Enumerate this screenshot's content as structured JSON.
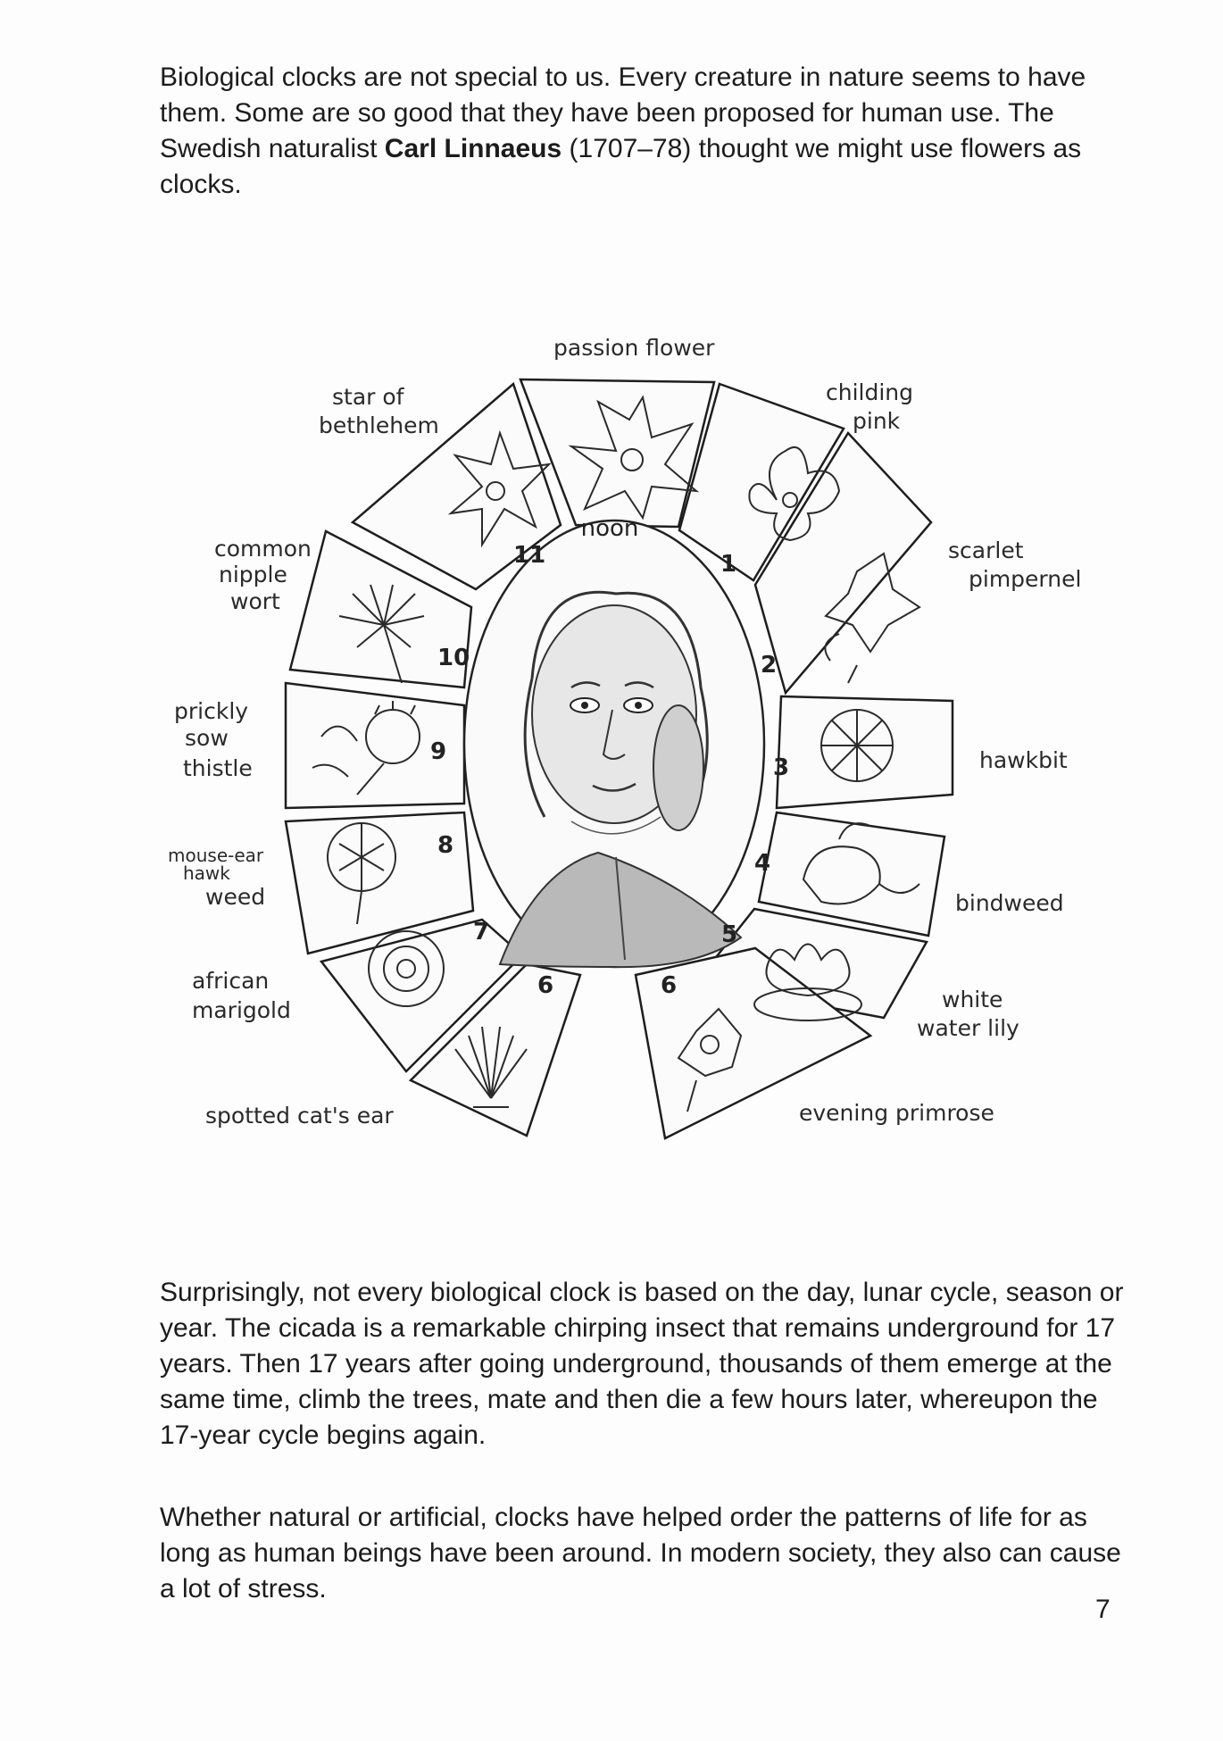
{
  "paragraph1": {
    "before": "Biological clocks are not special to us. Every creature in nature seems to have them. Some are so good that they have been proposed for human use. The Swedish naturalist ",
    "name": "Carl Linnaeus",
    "after": " (1707–78) thought we might use flowers as clocks."
  },
  "flower_clock": {
    "center_hour_label": "noon",
    "hours": {
      "h1": "1",
      "h2": "2",
      "h3": "3",
      "h4": "4",
      "h5": "5",
      "h6a": "6",
      "h6b": "6",
      "h7": "7",
      "h8": "8",
      "h9": "9",
      "h10": "10",
      "h11": "11"
    },
    "flowers": {
      "passion_flower": "passion flower",
      "childing_pink_1": "childing",
      "childing_pink_2": "pink",
      "scarlet_pimpernel_1": "scarlet",
      "scarlet_pimpernel_2": "pimpernel",
      "hawkbit": "hawkbit",
      "bindweed": "bindweed",
      "white_water_lily_1": "white",
      "white_water_lily_2": "water lily",
      "evening_primrose": "evening primrose",
      "spotted_cats_ear": "spotted cat's ear",
      "african_marigold_1": "african",
      "african_marigold_2": "marigold",
      "mouse_ear_hawkweed_1": "mouse-ear",
      "mouse_ear_hawkweed_2": "hawk",
      "mouse_ear_hawkweed_3": "weed",
      "prickly_sow_thistle_1": "prickly",
      "prickly_sow_thistle_2": "sow",
      "prickly_sow_thistle_3": "thistle",
      "common_nipplewort_1": "common",
      "common_nipplewort_2": "nipple",
      "common_nipplewort_3": "wort",
      "star_of_bethlehem_1": "star of",
      "star_of_bethlehem_2": "bethlehem"
    }
  },
  "paragraph2": "Surprisingly, not every biological clock is based on the day, lunar cycle, season or year. The cicada is a remarkable chirping insect that remains underground for 17 years. Then 17 years after going underground, thousands of them emerge at the same time, climb the trees, mate and then die a few hours later, whereupon the 17-year cycle begins again.",
  "paragraph3": "Whether natural or artificial, clocks have helped order the patterns of life for as long as human beings have been around. In modern society, they also can cause a lot of stress.",
  "page_number": "7"
}
